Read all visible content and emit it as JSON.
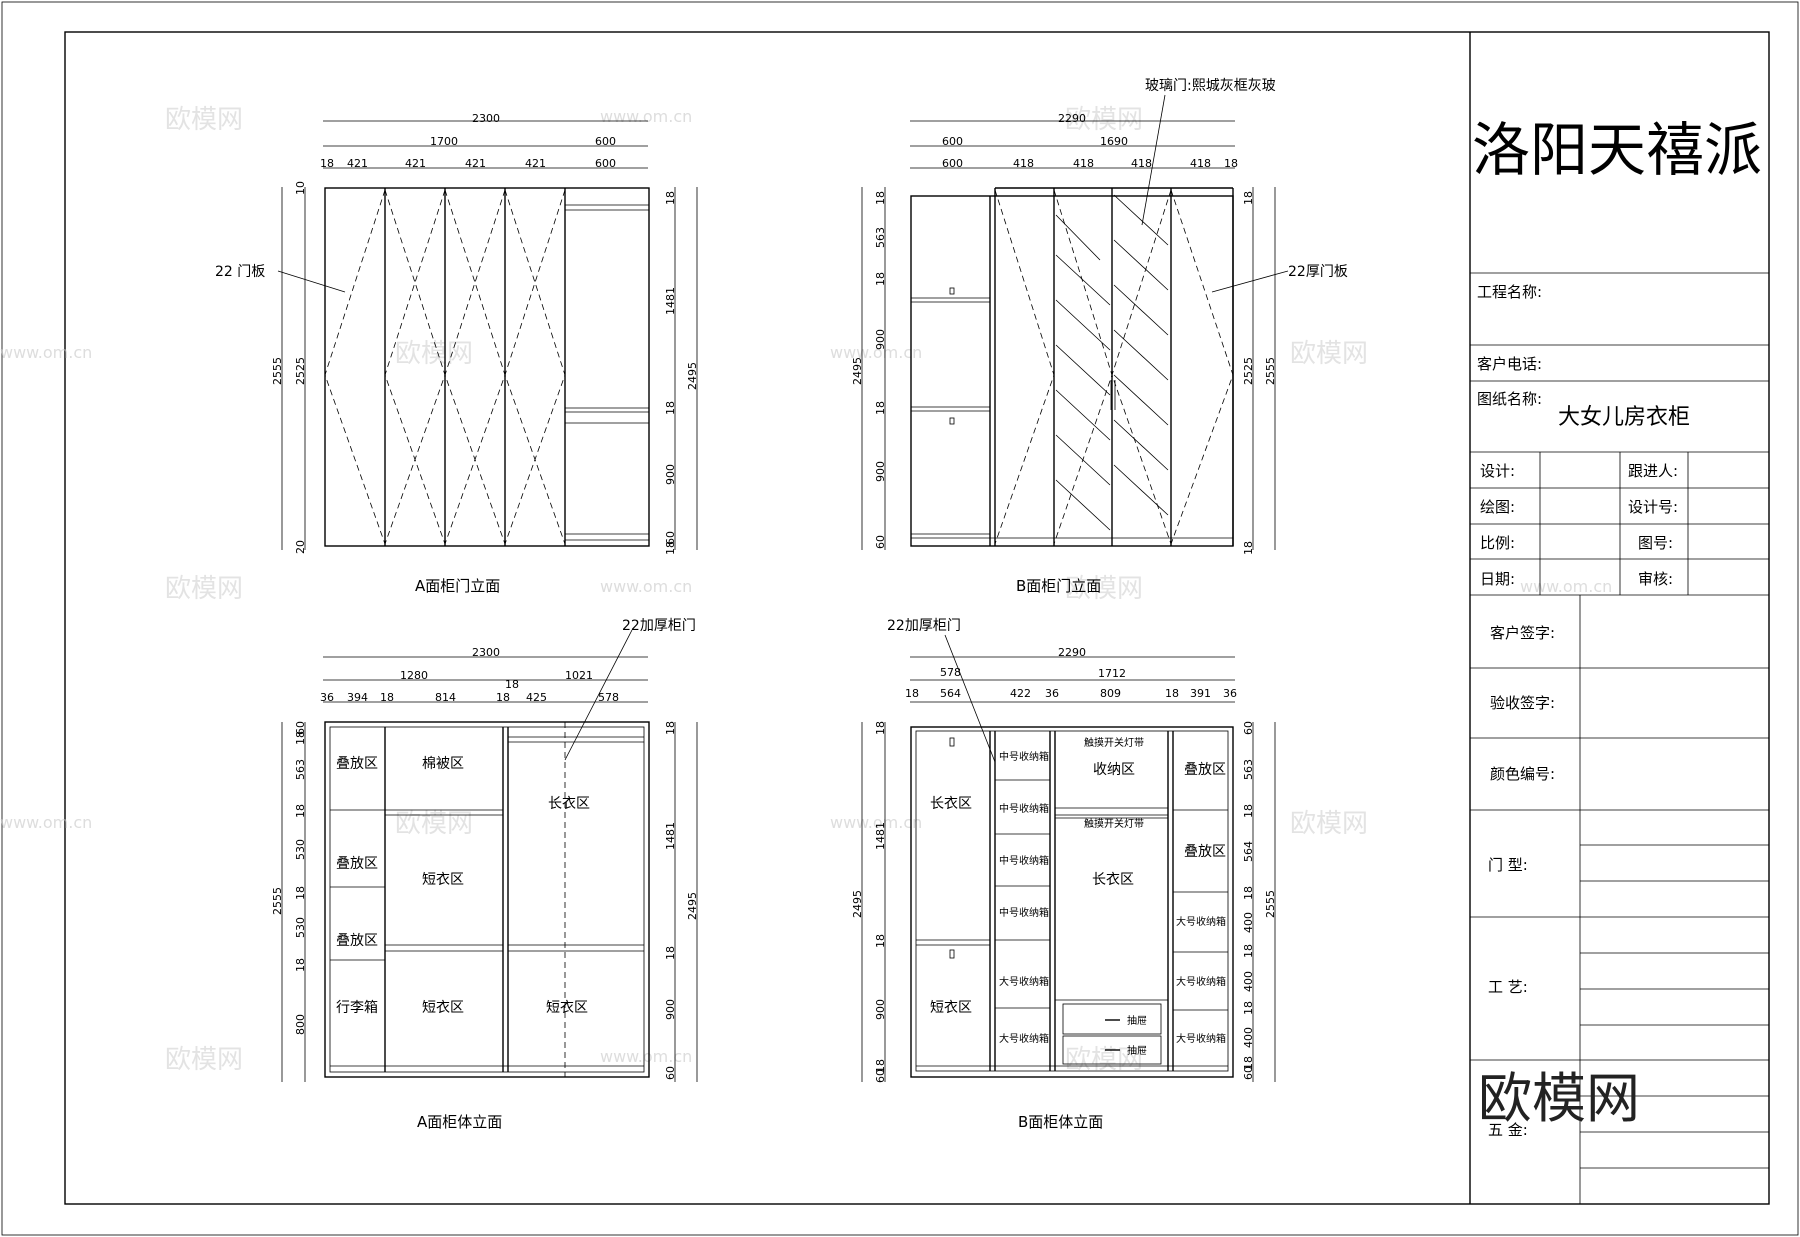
{
  "brand": "洛阳天禧派",
  "watermark": "欧模网",
  "watermark_url": "www.om.cn",
  "title_block": {
    "project_name": "工程名称:",
    "client_phone": "客户电话:",
    "drawing_name_label": "图纸名称:",
    "drawing_name": "大女儿房衣柜",
    "design": "设计:",
    "follow_up": "跟进人:",
    "drafting": "绘图:",
    "design_no": "设计号:",
    "scale": "比例:",
    "figure_no": "图号:",
    "date": "日期:",
    "review": "审核:",
    "client_sign": "客户签字:",
    "acceptance_sign": "验收签字:",
    "color_no": "颜色编号:",
    "door_type": "门    型:",
    "craft": "工    艺:",
    "hardware": "五    金:"
  },
  "views": {
    "a_door": {
      "caption": "A面柜门立面",
      "note": "22 门板",
      "top_total": "2300",
      "top_sub": [
        "1700",
        "600"
      ],
      "top_parts": [
        "18",
        "421",
        "421",
        "421",
        "421",
        "600"
      ],
      "left_dims": [
        "2555",
        "2525",
        "10",
        "20"
      ],
      "right_dims": [
        "1481",
        "2495",
        "900",
        "18",
        "18",
        "18",
        "60"
      ]
    },
    "b_door": {
      "caption": "B面柜门立面",
      "note_glass": "玻璃门:熙城灰框灰玻",
      "note_door": "22厚门板",
      "top_total": "2290",
      "top_sub": [
        "600",
        "1690"
      ],
      "top_parts": [
        "600",
        "418",
        "418",
        "418",
        "418",
        "18"
      ],
      "left_dims": [
        "2495",
        "563",
        "18",
        "900",
        "18",
        "900",
        "18",
        "60"
      ],
      "right_dims": [
        "2525",
        "2555",
        "18",
        "18"
      ]
    },
    "a_body": {
      "caption": "A面柜体立面",
      "note": "22加厚柜门",
      "top_total": "2300",
      "top_sub": [
        "1280",
        "1021"
      ],
      "top_mid": "18",
      "top_parts": [
        "36",
        "394",
        "18",
        "814",
        "18",
        "425",
        "578"
      ],
      "left_dims": [
        "2555",
        "60",
        "18",
        "563",
        "18",
        "530",
        "18",
        "530",
        "18",
        "800"
      ],
      "right_dims": [
        "1481",
        "2495",
        "900",
        "18",
        "18",
        "60"
      ],
      "zones": [
        "叠放区",
        "棉被区",
        "长衣区",
        "叠放区",
        "短衣区",
        "叠放区",
        "行李箱",
        "短衣区",
        "短衣区"
      ]
    },
    "b_body": {
      "caption": "B面柜体立面",
      "note": "22加厚柜门",
      "top_total": "2290",
      "top_sub": [
        "578",
        "1712"
      ],
      "top_parts": [
        "18",
        "564",
        "422",
        "36",
        "809",
        "18",
        "391",
        "36"
      ],
      "left_dims": [
        "2495",
        "18",
        "1481",
        "18",
        "900",
        "60",
        "18"
      ],
      "right_dims": [
        "2555",
        "60",
        "563",
        "18",
        "564",
        "18",
        "400",
        "18",
        "400",
        "18",
        "400",
        "18",
        "60"
      ],
      "zones": [
        "长衣区",
        "触摸开关灯带",
        "收纳区",
        "叠放区",
        "触摸开关灯带",
        "长衣区",
        "叠放区",
        "短衣区",
        "抽屉",
        "抽屉"
      ],
      "bins_mid": [
        "中号收纳箱",
        "中号收纳箱",
        "中号收纳箱",
        "中号收纳箱",
        "大号收纳箱",
        "大号收纳箱"
      ],
      "bins_right": [
        "大号收纳箱",
        "大号收纳箱",
        "大号收纳箱"
      ]
    }
  }
}
